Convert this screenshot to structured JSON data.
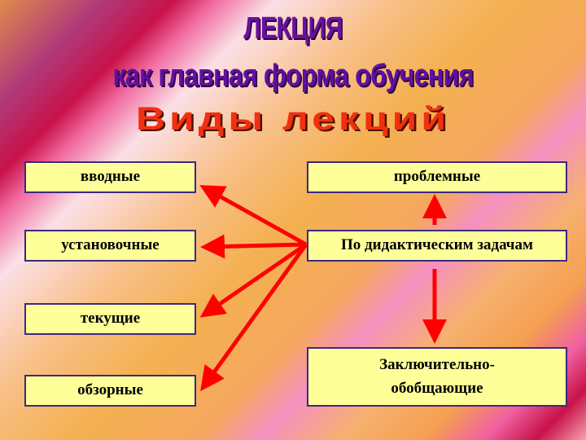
{
  "title": {
    "line1": "ЛЕКЦИЯ",
    "line2": "как главная форма обучения",
    "line3": "Виды лекций"
  },
  "left_boxes": [
    "вводные",
    "установочные",
    "текущие",
    "обзорные"
  ],
  "right_boxes": {
    "top": "проблемные",
    "center": "По дидактическим задачам",
    "bottom": "Заключительно-обобщающие"
  },
  "colors": {
    "box_fill": "#ffff99",
    "arrow": "#ff0000",
    "border": "#3a2a80"
  }
}
